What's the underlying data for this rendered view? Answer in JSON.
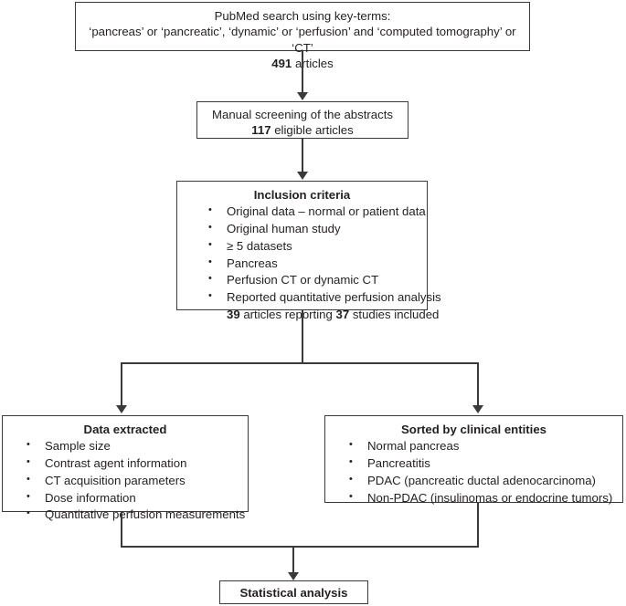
{
  "diagram": {
    "title": "PRISMA-style study selection flowchart",
    "accent_color": "#3a3a3c",
    "text_color": "#231f20",
    "background": "#ffffff"
  },
  "nodes": {
    "search": {
      "line1": "PubMed search using key-terms:",
      "line2": "‘pancreas’ or ‘pancreatic’, ‘dynamic’ or ‘perfusion’ and ‘computed tomography’ or ‘CT’",
      "count": "491",
      "count_suffix": " articles"
    },
    "screening": {
      "line1": "Manual screening of the abstracts",
      "count": "117",
      "count_suffix": " eligible articles"
    },
    "inclusion": {
      "title": "Inclusion criteria",
      "items": [
        "Original data – normal or patient data",
        "Original human study",
        "≥ 5 datasets",
        "Pancreas",
        "Perfusion CT or dynamic CT",
        "Reported quantitative perfusion analysis"
      ],
      "summary_count_articles": "39",
      "summary_mid": " articles reporting ",
      "summary_count_studies": "37",
      "summary_end": " studies included"
    },
    "extracted": {
      "title": "Data extracted",
      "items": [
        "Sample size",
        "Contrast agent information",
        "CT acquisition parameters",
        "Dose information",
        "Quantitative perfusion measurements"
      ]
    },
    "sorted": {
      "title": "Sorted by clinical entities",
      "items": [
        "Normal pancreas",
        "Pancreatitis",
        "PDAC  (pancreatic ductal adenocarcinoma)",
        "Non-PDAC (insulinomas or endocrine tumors)"
      ]
    },
    "stats": {
      "title": "Statistical analysis"
    }
  },
  "connectors": [
    {
      "name": "search-to-screening",
      "type": "arrow-down"
    },
    {
      "name": "screening-to-inclusion",
      "type": "arrow-down"
    },
    {
      "name": "inclusion-split",
      "type": "split-down"
    },
    {
      "name": "split-to-extracted",
      "type": "arrow-down"
    },
    {
      "name": "split-to-sorted",
      "type": "arrow-down"
    },
    {
      "name": "extracted-merge",
      "type": "line-down"
    },
    {
      "name": "sorted-merge",
      "type": "line-down"
    },
    {
      "name": "merge-to-stats",
      "type": "arrow-down"
    }
  ]
}
